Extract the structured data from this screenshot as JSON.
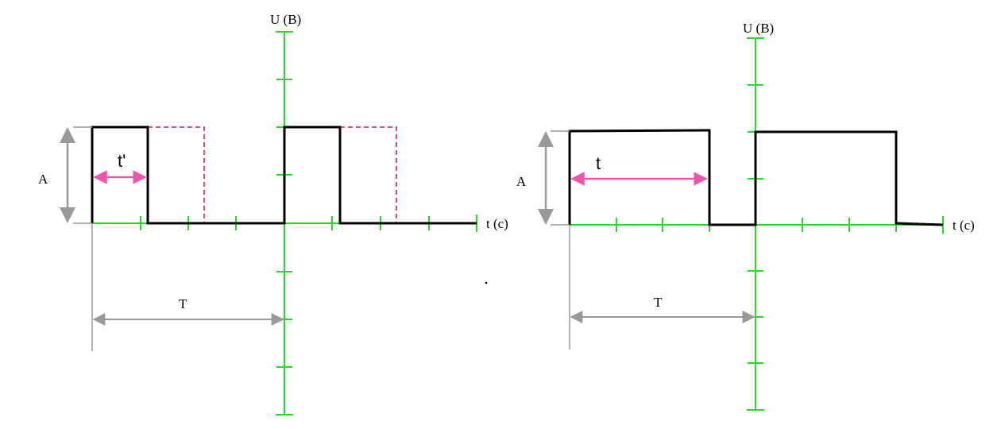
{
  "left_diagram": {
    "y_axis_label": "U (B)",
    "x_axis_label": "t (c)",
    "amplitude_label": "A",
    "period_label": "T",
    "pulse_width_label": "t'"
  },
  "right_diagram": {
    "y_axis_label": "U (B)",
    "x_axis_label": "t (c)",
    "amplitude_label": "A",
    "period_label": "T",
    "pulse_width_label": "t"
  },
  "colors": {
    "axis": "#22dd22",
    "signal": "#000000",
    "dimension": "#999999",
    "highlight": "#ee55aa",
    "dashed_signal": "#cc2244"
  }
}
